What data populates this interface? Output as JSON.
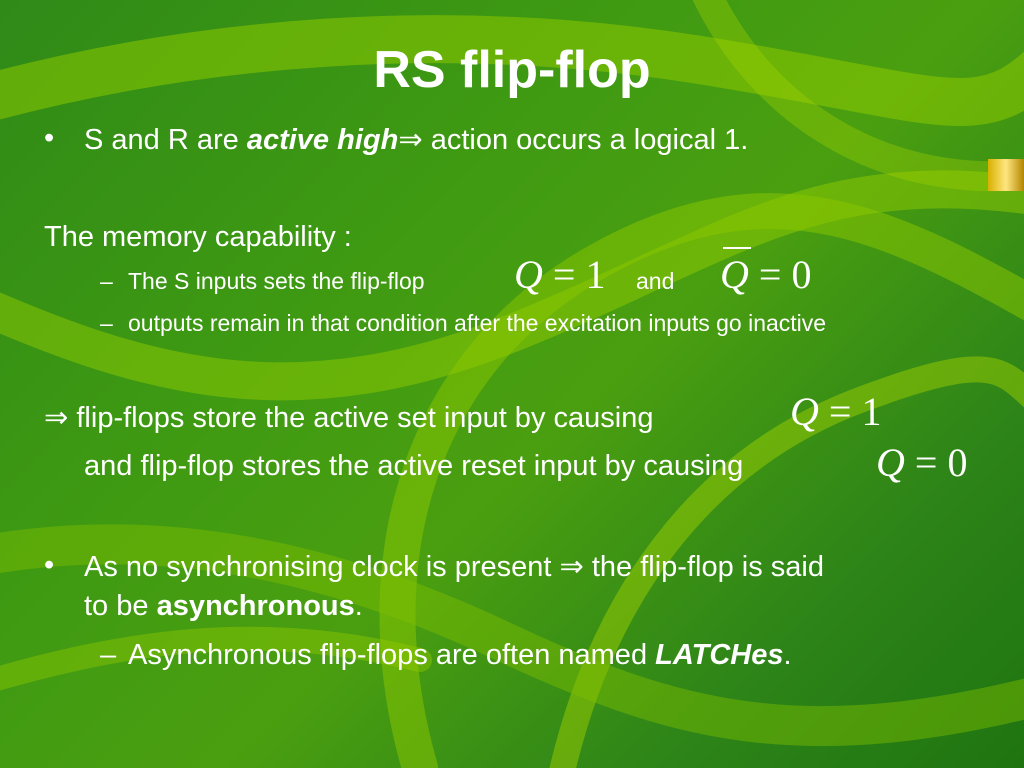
{
  "slide": {
    "title": "RS flip-flop",
    "bullet1": {
      "bullet": "•",
      "prefix": "S and R are ",
      "emphasis": "active high",
      "arrow": "⇒",
      "suffix": " action occurs a logical 1."
    },
    "memory": {
      "heading": "The memory capability :",
      "sub1": {
        "dash": "–",
        "text": "The S inputs sets the flip-flop",
        "q_var": "Q",
        "q_eq": " = 1",
        "and": "and",
        "qbar_var": "Q",
        "qbar_eq": " = 0"
      },
      "sub2": {
        "dash": "–",
        "text": "outputs remain in that condition after the excitation inputs go inactive"
      }
    },
    "implies": {
      "arrow": "⇒",
      "line1": " flip-flops store the active set input by causing",
      "line1_var": "Q",
      "line1_eq": " = 1",
      "line2": "and flip-flop stores the active reset input by causing",
      "line2_var": "Q",
      "line2_eq": " = 0"
    },
    "bullet2": {
      "bullet": "•",
      "line1_prefix": "As no synchronising clock is present ",
      "arrow": "⇒",
      "line1_suffix": " the flip-flop is said",
      "line2_prefix": "to be ",
      "emphasis": "asynchronous",
      "line2_suffix": ".",
      "sub": {
        "dash": "–",
        "prefix": "Asynchronous flip-flops are often named ",
        "emphasis": "LATCHes",
        "suffix": "."
      }
    }
  },
  "colors": {
    "background": "#3f9a12",
    "swirl": "#8cc800",
    "text": "#ffffff",
    "accent": "#f2c40f"
  }
}
